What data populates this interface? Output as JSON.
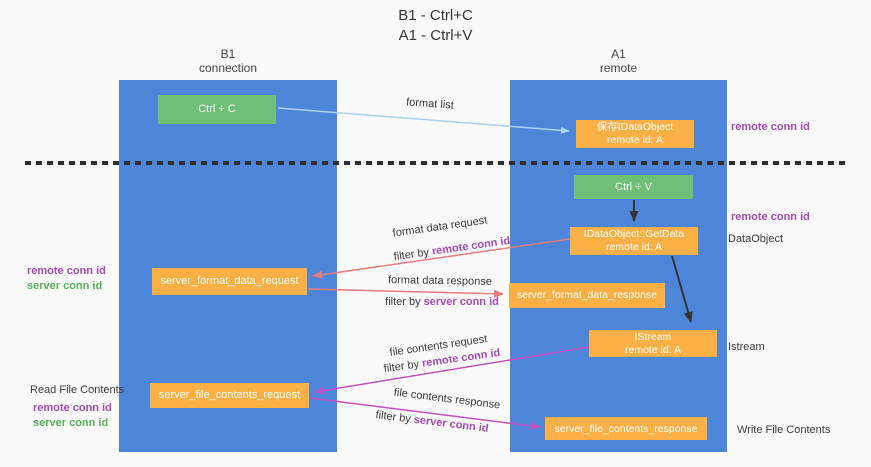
{
  "title": {
    "line1": "B1 - Ctrl+C",
    "line2": "A1 - Ctrl+V"
  },
  "lanes": {
    "left": {
      "name": "B1",
      "role": "connection"
    },
    "right": {
      "name": "A1",
      "role": "remote"
    }
  },
  "nodes": {
    "ctrl_c": {
      "label": "Ctrl + C"
    },
    "ctrl_v": {
      "label": "Ctrl + V"
    },
    "save_dataobject": {
      "line1": "保存IDataObject",
      "line2": "remote id: A"
    },
    "getdata": {
      "line1": "IDataObject::GetData",
      "line2": "remote id: A"
    },
    "istream": {
      "line1": "IStream",
      "line2": "remote id: A"
    },
    "format_request": {
      "label": "server_format_data_request"
    },
    "format_response": {
      "label": "server_format_data_response"
    },
    "file_request": {
      "label": "server_file_contents_request"
    },
    "file_response": {
      "label": "server_file_contents_response"
    }
  },
  "arrows": {
    "format_list": {
      "label": "format list"
    },
    "format_data_request": {
      "label": "format data request",
      "filter_prefix": "filter by ",
      "filter_key": "remote conn id"
    },
    "format_data_response": {
      "label": "format data response",
      "filter_prefix": "filter by ",
      "filter_key": "server conn id"
    },
    "file_contents_request": {
      "label": "file contents request",
      "filter_prefix": "filter by ",
      "filter_key": "remote conn id"
    },
    "file_contents_response": {
      "label": "file contents response",
      "filter_prefix": "filter by ",
      "filter_key": "server conn id"
    }
  },
  "side_labels": {
    "right_remote_conn_top": "remote conn id",
    "right_remote_conn_mid": "remote conn id",
    "dataobject": "DataObject",
    "istream": "Istream",
    "write_file_contents": "Write File Contents",
    "read_file_contents": "Read File Contents",
    "left_mid_remote": "remote conn id",
    "left_mid_server": "server conn id",
    "left_bottom_remote": "remote conn id",
    "left_bottom_server": "server conn id"
  },
  "colors": {
    "lane_blue": "#4d85d8",
    "node_orange": "#fbb046",
    "node_green": "#6ec076",
    "arrow_light_blue": "#a8d2f0",
    "arrow_salmon": "#e87d7b",
    "arrow_magenta": "#c44fc4",
    "arrow_black": "#333333",
    "conn_id_purple": "#a64cb5",
    "conn_id_green": "#54b357",
    "text": "#3c3c3c"
  }
}
